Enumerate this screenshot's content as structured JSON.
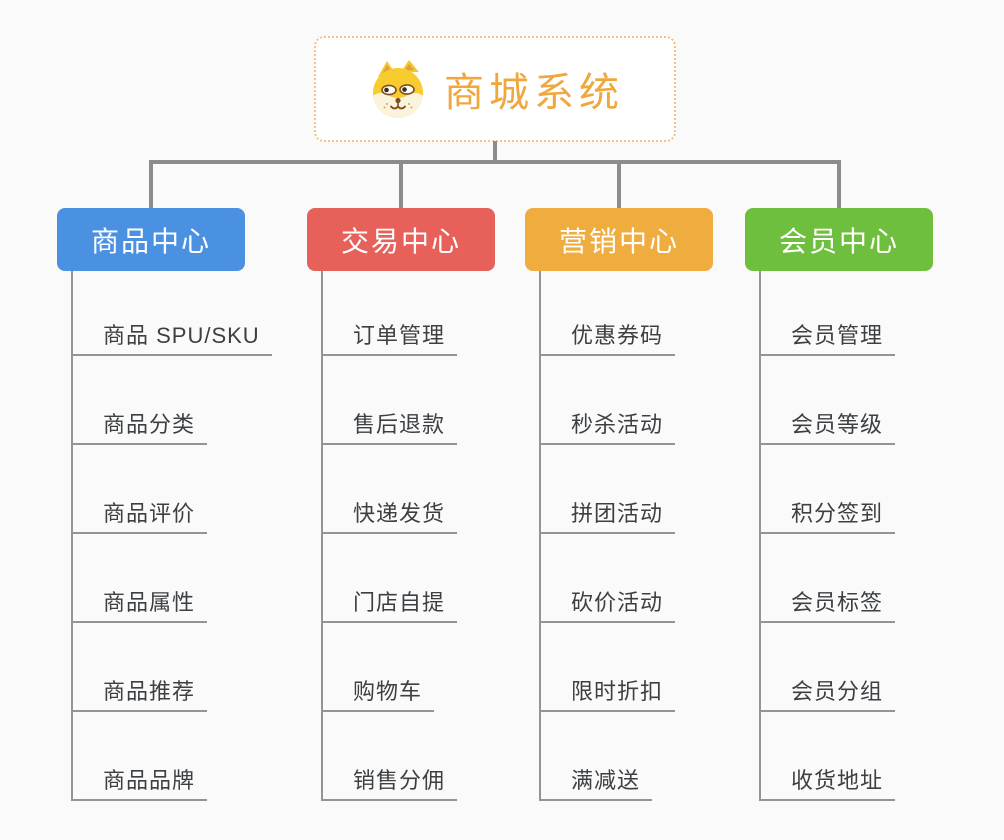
{
  "root": {
    "title": "商城系统",
    "icon": "dog-face-icon"
  },
  "branches": [
    {
      "label": "商品中心",
      "color": "#4B91E2",
      "children": [
        "商品 SPU/SKU",
        "商品分类",
        "商品评价",
        "商品属性",
        "商品推荐",
        "商品品牌"
      ]
    },
    {
      "label": "交易中心",
      "color": "#E8605A",
      "children": [
        "订单管理",
        "售后退款",
        "快递发货",
        "门店自提",
        "购物车",
        "销售分佣"
      ]
    },
    {
      "label": "营销中心",
      "color": "#EFAD3F",
      "children": [
        "优惠券码",
        "秒杀活动",
        "拼团活动",
        "砍价活动",
        "限时折扣",
        "满减送"
      ]
    },
    {
      "label": "会员中心",
      "color": "#6FBF3F",
      "children": [
        "会员管理",
        "会员等级",
        "积分签到",
        "会员标签",
        "会员分组",
        "收货地址"
      ]
    }
  ],
  "colors": {
    "background": "#FAFAFA",
    "root_text": "#F0A73D",
    "root_border": "#F2C383",
    "connector": "#8C8C8C",
    "child_line": "#949494",
    "child_text": "#3D4043"
  }
}
